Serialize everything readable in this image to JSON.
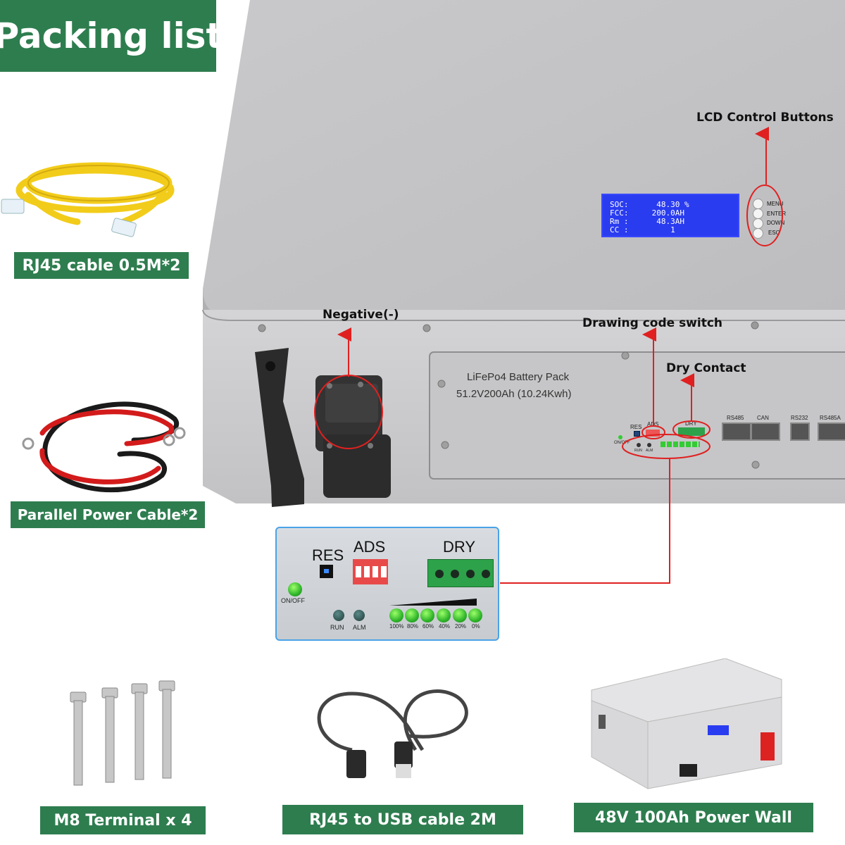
{
  "header": {
    "title": "Packing list"
  },
  "items": {
    "rj45_cable": "RJ45 cable 0.5M*2",
    "parallel_cable": "Parallel Power Cable*2",
    "m8_terminal": "M8 Terminal x 4",
    "rj45_usb": "RJ45 to USB cable 2M",
    "power_wall": "48V 100Ah Power Wall"
  },
  "callouts": {
    "lcd_buttons": "LCD Control Buttons",
    "negative": "Negative(-)",
    "drawing_code": "Drawing code switch",
    "dry_contact": "Dry Contact"
  },
  "lcd": {
    "line1": "SOC:      48.30 %",
    "line2": "FCC:     200.0AH",
    "line3": "Rm :      48.3AH",
    "line4": "CC :         1"
  },
  "buttons": [
    "MENU",
    "ENTER",
    "DOWN",
    "ESC"
  ],
  "panel": {
    "name": "LiFePo4 Battery Pack",
    "spec": "51.2V200Ah (10.24Kwh)",
    "ports": [
      "RS485",
      "CAN",
      "RS232",
      "RS485A"
    ],
    "res": "RES",
    "ads": "ADS",
    "dry": "DRY",
    "onoff": "ON/OFF",
    "run": "RUN",
    "alm": "ALM"
  },
  "zoom": {
    "res": "RES",
    "ads": "ADS",
    "dry": "DRY",
    "onoff": "ON/OFF",
    "run": "RUN",
    "alm": "ALM",
    "levels": [
      "100%",
      "80%",
      "60%",
      "40%",
      "20%",
      "0%"
    ]
  },
  "colors": {
    "label_green": "#2e7d4f",
    "callout_red": "#e02020",
    "lcd_blue": "#2a3cf0"
  }
}
